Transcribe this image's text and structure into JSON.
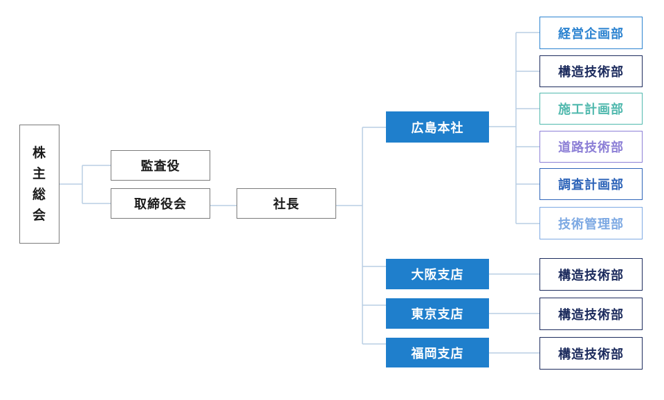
{
  "nodes": {
    "shareholders": [
      "株",
      "主",
      "総",
      "会"
    ],
    "auditor": "監査役",
    "board": "取締役会",
    "president": "社長",
    "hq": "広島本社",
    "osaka": "大阪支店",
    "tokyo": "東京支店",
    "fukuoka": "福岡支店"
  },
  "hq_departments": [
    {
      "label": "経営企画部",
      "color": "#2a82d0"
    },
    {
      "label": "構造技術部",
      "color": "#1b2a5c"
    },
    {
      "label": "施工計画部",
      "color": "#4fb8ad"
    },
    {
      "label": "道路技術部",
      "color": "#8c7fd6"
    },
    {
      "label": "調査計画部",
      "color": "#2c63b8"
    },
    {
      "label": "技術管理部",
      "color": "#7da9e3"
    }
  ],
  "branch_departments": {
    "osaka": "構造技術部",
    "tokyo": "構造技術部",
    "fukuoka": "構造技術部"
  },
  "colors": {
    "branch_fill": "#1f7fcc",
    "connector": "#b8cde3"
  }
}
